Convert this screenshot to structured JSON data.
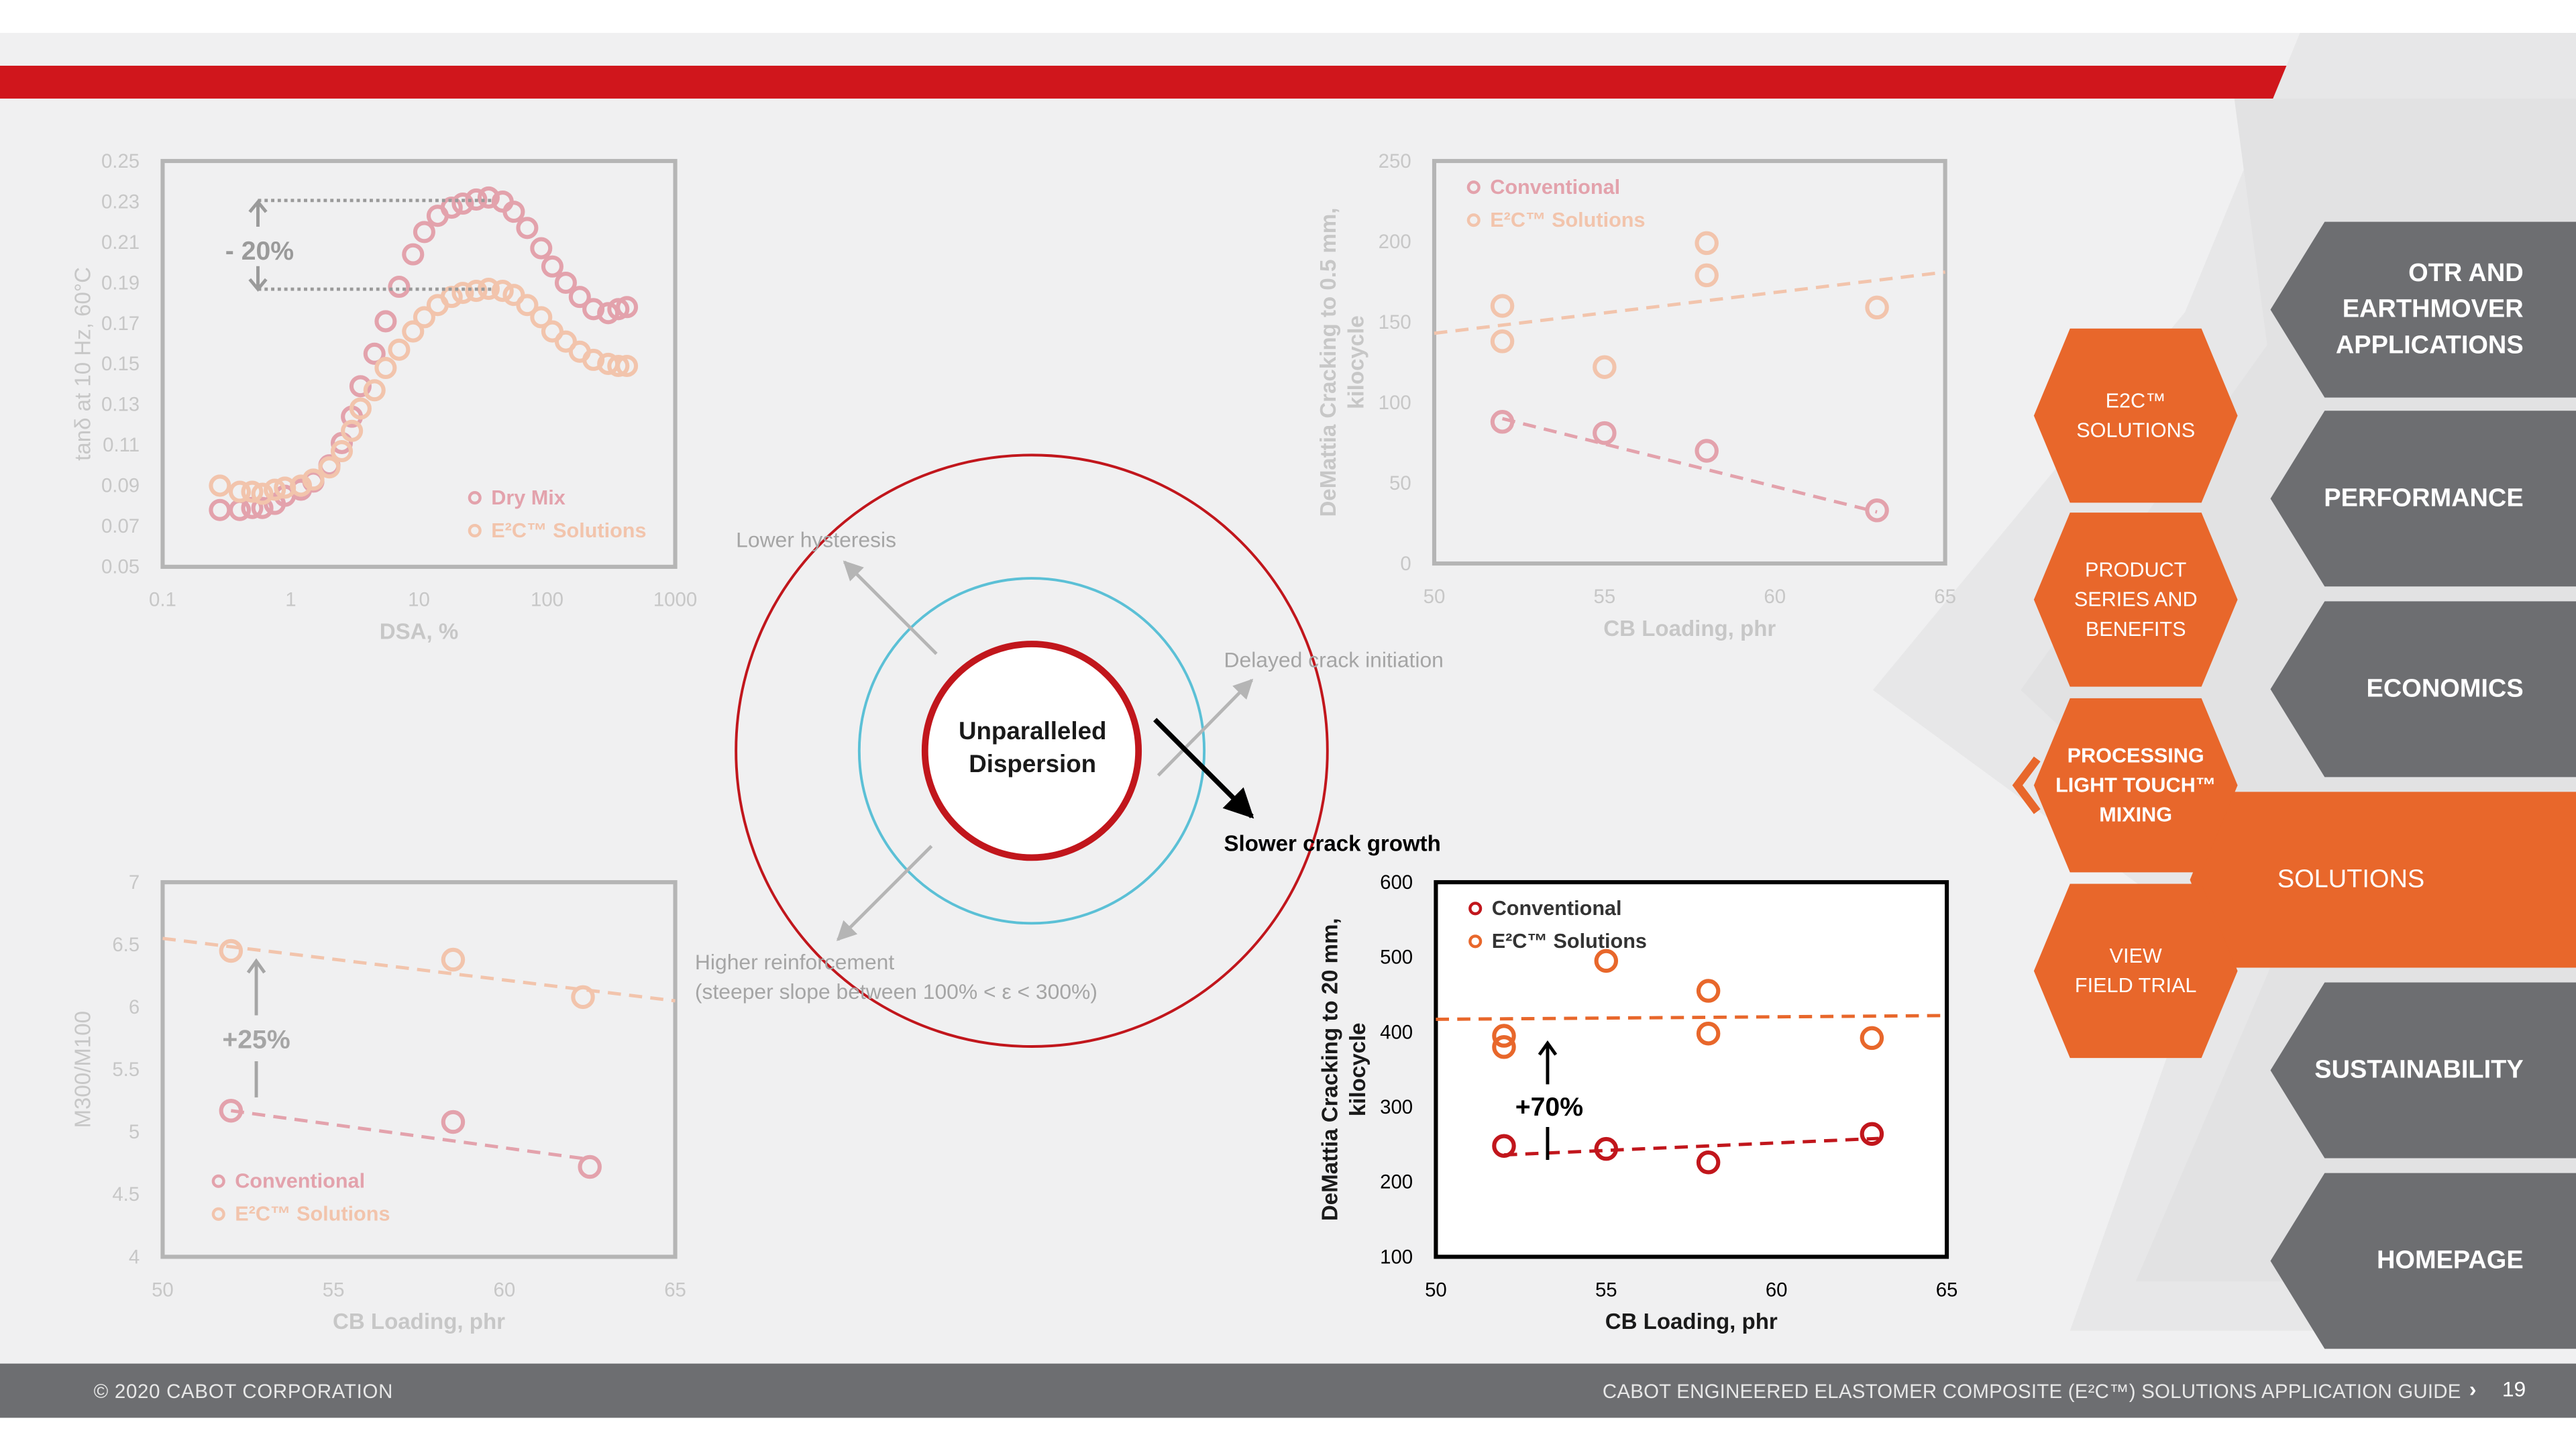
{
  "footer": {
    "copyright": "© 2020 CABOT CORPORATION",
    "guide_title": "CABOT ENGINEERED ELASTOMER COMPOSITE (E²C™) SOLUTIONS APPLICATION GUIDE",
    "chevron": "›",
    "page_number": "19"
  },
  "nav": {
    "items": [
      {
        "label": "OTR AND EARTHMOVER APPLICATIONS",
        "lines": [
          "OTR AND",
          "EARTHMOVER",
          "APPLICATIONS"
        ]
      },
      {
        "label": "PERFORMANCE"
      },
      {
        "label": "ECONOMICS"
      },
      {
        "label": "SOLUTIONS",
        "active": true
      },
      {
        "label": "SUSTAINABILITY"
      },
      {
        "label": "HOMEPAGE"
      }
    ],
    "subitems": [
      {
        "lines": [
          "E2C™",
          "SOLUTIONS"
        ]
      },
      {
        "lines": [
          "PRODUCT",
          "SERIES AND",
          "BENEFITS"
        ]
      },
      {
        "lines": [
          "PROCESSING",
          "LIGHT TOUCH™",
          "MIXING"
        ],
        "active": true
      },
      {
        "lines": [
          "VIEW",
          "FIELD TRIAL"
        ]
      }
    ],
    "colors": {
      "dark": "#6d6e71",
      "orange": "#e8672b",
      "grey_light": "#d9d9da"
    },
    "icons": {
      "back_chevron": "chevron-left-icon"
    }
  },
  "diagram": {
    "center_label_1": "Unparalleled",
    "center_label_2": "Dispersion",
    "lower_hysteresis": "Lower hysteresis",
    "delayed_crack": "Delayed crack initiation",
    "slower_crack": "Slower crack growth",
    "higher_reinf_1": "Higher reinforcement",
    "higher_reinf_2": "(steeper slope between 100% < ε < 300%)",
    "colors": {
      "outer": "#c1161c",
      "middle": "#5bc0d6",
      "inner": "#c1161c"
    }
  },
  "chart_data": [
    {
      "id": "tan-delta",
      "type": "scatter",
      "ylabel": "tanδ at 10 Hz, 60°C",
      "xlabel": "DSA, %",
      "x_scale": "log",
      "xlim": [
        0.1,
        1000
      ],
      "ylim": [
        0.05,
        0.25
      ],
      "xticks": [
        "0.1",
        "1",
        "10",
        "100",
        "1000"
      ],
      "yticks": [
        "0.05",
        "0.07",
        "0.09",
        "0.11",
        "0.13",
        "0.15",
        "0.17",
        "0.19",
        "0.21",
        "0.23",
        "0.25"
      ],
      "annotation": "- 20%",
      "legend_placement": "bottom-right",
      "faded": true,
      "series": [
        {
          "name": "Dry Mix",
          "color": "#e3a2ac",
          "x": [
            0.28,
            0.4,
            0.5,
            0.6,
            0.75,
            0.9,
            1.2,
            1.5,
            2,
            2.5,
            3,
            3.5,
            4.5,
            5.5,
            7,
            9,
            11,
            14,
            18,
            22,
            28,
            35,
            45,
            55,
            70,
            90,
            110,
            140,
            180,
            230,
            300,
            360,
            420
          ],
          "y": [
            0.078,
            0.078,
            0.079,
            0.079,
            0.081,
            0.085,
            0.088,
            0.092,
            0.1,
            0.111,
            0.124,
            0.139,
            0.155,
            0.171,
            0.188,
            0.204,
            0.215,
            0.223,
            0.227,
            0.229,
            0.231,
            0.232,
            0.23,
            0.225,
            0.217,
            0.207,
            0.198,
            0.19,
            0.183,
            0.177,
            0.175,
            0.177,
            0.178
          ]
        },
        {
          "name": "E²C™ Solutions",
          "color": "#f2c4ac",
          "x": [
            0.28,
            0.4,
            0.5,
            0.6,
            0.75,
            0.9,
            1.2,
            1.5,
            2,
            2.5,
            3,
            3.5,
            4.5,
            5.5,
            7,
            9,
            11,
            14,
            18,
            22,
            28,
            35,
            45,
            55,
            70,
            90,
            110,
            140,
            180,
            230,
            300,
            360,
            420
          ],
          "y": [
            0.09,
            0.087,
            0.087,
            0.086,
            0.088,
            0.089,
            0.09,
            0.093,
            0.099,
            0.107,
            0.117,
            0.128,
            0.137,
            0.148,
            0.157,
            0.166,
            0.173,
            0.179,
            0.183,
            0.185,
            0.186,
            0.187,
            0.186,
            0.184,
            0.179,
            0.173,
            0.166,
            0.161,
            0.156,
            0.152,
            0.15,
            0.149,
            0.149
          ]
        }
      ]
    },
    {
      "id": "modulus-ratio",
      "type": "scatter",
      "ylabel": "M300/M100",
      "xlabel": "CB Loading, phr",
      "xlim": [
        50,
        65
      ],
      "ylim": [
        4,
        7
      ],
      "xticks": [
        "50",
        "55",
        "60",
        "65"
      ],
      "yticks": [
        "4",
        "4.5",
        "5",
        "5.5",
        "6",
        "6.5",
        "7"
      ],
      "annotation": "+25%",
      "legend_placement": "bottom-left",
      "faded": true,
      "series": [
        {
          "name": "Conventional",
          "color": "#e3a2ac",
          "x": [
            52,
            58.5,
            62.5
          ],
          "y": [
            5.17,
            5.08,
            4.72
          ],
          "trend": [
            [
              52,
              5.17
            ],
            [
              62.5,
              4.78
            ]
          ]
        },
        {
          "name": "E²C™ Solutions",
          "color": "#f2c4ac",
          "x": [
            52,
            58.5,
            62.3
          ],
          "y": [
            6.45,
            6.38,
            6.08
          ],
          "trend": [
            [
              50,
              6.55
            ],
            [
              65,
              6.05
            ]
          ]
        }
      ]
    },
    {
      "id": "crack-initiation",
      "type": "scatter",
      "ylabel": "DeMattia Cracking to 0.5 mm, kilocycle",
      "ylabel_lines": [
        "DeMattia Cracking to 0.5 mm,",
        "kilocycle"
      ],
      "xlabel": "CB Loading, phr",
      "xlim": [
        50,
        65
      ],
      "ylim": [
        0,
        250
      ],
      "xticks": [
        "50",
        "55",
        "60",
        "65"
      ],
      "yticks": [
        "0",
        "50",
        "100",
        "150",
        "200",
        "250"
      ],
      "legend_placement": "top-left",
      "faded": true,
      "series": [
        {
          "name": "Conventional",
          "color": "#e3a2ac",
          "x": [
            52,
            55,
            58,
            63
          ],
          "y": [
            88,
            81,
            70,
            33
          ],
          "trend": [
            [
              52,
              90
            ],
            [
              63,
              32
            ]
          ]
        },
        {
          "name": "E²C™ Solutions",
          "color": "#f2c4ac",
          "x": [
            52,
            52,
            55,
            58,
            58,
            63
          ],
          "y": [
            160,
            138,
            122,
            199,
            179,
            159
          ],
          "trend": [
            [
              50,
              143
            ],
            [
              65,
              181
            ]
          ]
        }
      ]
    },
    {
      "id": "crack-growth",
      "type": "scatter",
      "ylabel": "DeMattia Cracking to 20 mm, kilocycle",
      "ylabel_lines": [
        "DeMattia Cracking to 20 mm,",
        "kilocycle"
      ],
      "xlabel": "CB Loading, phr",
      "xlim": [
        50,
        65
      ],
      "ylim": [
        100,
        600
      ],
      "xticks": [
        "50",
        "55",
        "60",
        "65"
      ],
      "yticks": [
        "100",
        "200",
        "300",
        "400",
        "500",
        "600"
      ],
      "annotation": "+70%",
      "legend_placement": "top-left",
      "faded": false,
      "series": [
        {
          "name": "Conventional",
          "color": "#c1161c",
          "x": [
            52,
            55,
            58,
            62.8
          ],
          "y": [
            248,
            244,
            226,
            264
          ],
          "trend": [
            [
              52,
              236
            ],
            [
              63,
              258
            ]
          ]
        },
        {
          "name": "E²C™ Solutions",
          "color": "#e8672b",
          "x": [
            52,
            52,
            55,
            58,
            58,
            62.8
          ],
          "y": [
            395,
            380,
            495,
            455,
            398,
            392
          ],
          "trend": [
            [
              50,
              417
            ],
            [
              65,
              422
            ]
          ]
        }
      ]
    }
  ]
}
